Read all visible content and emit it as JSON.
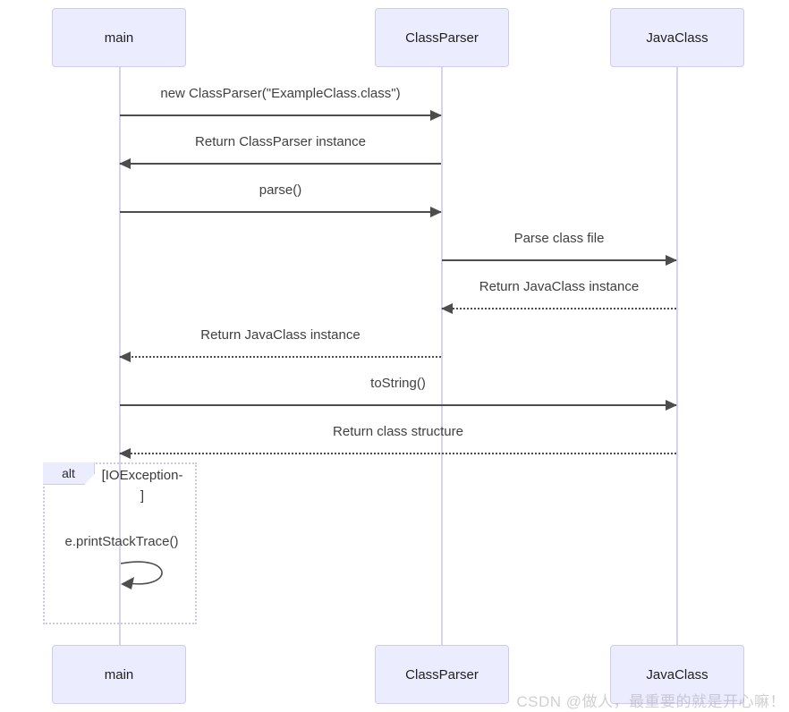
{
  "diagram": {
    "type": "sequence",
    "participants": [
      {
        "label": "main"
      },
      {
        "label": "ClassParser"
      },
      {
        "label": "JavaClass"
      }
    ],
    "messages": [
      {
        "label": "new ClassParser(\"ExampleClass.class\")",
        "from": "main",
        "to": "ClassParser",
        "line": "solid",
        "direction": "right"
      },
      {
        "label": "Return ClassParser instance",
        "from": "ClassParser",
        "to": "main",
        "line": "solid",
        "direction": "left"
      },
      {
        "label": "parse()",
        "from": "main",
        "to": "ClassParser",
        "line": "solid",
        "direction": "right"
      },
      {
        "label": "Parse class file",
        "from": "ClassParser",
        "to": "JavaClass",
        "line": "solid",
        "direction": "right"
      },
      {
        "label": "Return JavaClass instance",
        "from": "JavaClass",
        "to": "ClassParser",
        "line": "dotted",
        "direction": "left"
      },
      {
        "label": "Return JavaClass instance",
        "from": "ClassParser",
        "to": "main",
        "line": "dotted",
        "direction": "left"
      },
      {
        "label": "toString()",
        "from": "main",
        "to": "JavaClass",
        "line": "solid",
        "direction": "right"
      },
      {
        "label": "Return class structure",
        "from": "JavaClass",
        "to": "main",
        "line": "dotted",
        "direction": "left"
      }
    ],
    "alt_block": {
      "keyword": "alt",
      "condition_lines": [
        "[IOException-",
        "]"
      ],
      "self_message_label": "e.printStackTrace()"
    }
  },
  "watermark": "CSDN @做人，最重要的就是开心嘛！",
  "colors": {
    "actor_fill": "#ECECFF",
    "actor_border": "#D0C9F0",
    "lifeline": "#D7D2EE",
    "message": "#4D4D4D",
    "alt_border": "#CDC7E8",
    "watermark": "#D4D4D8"
  }
}
